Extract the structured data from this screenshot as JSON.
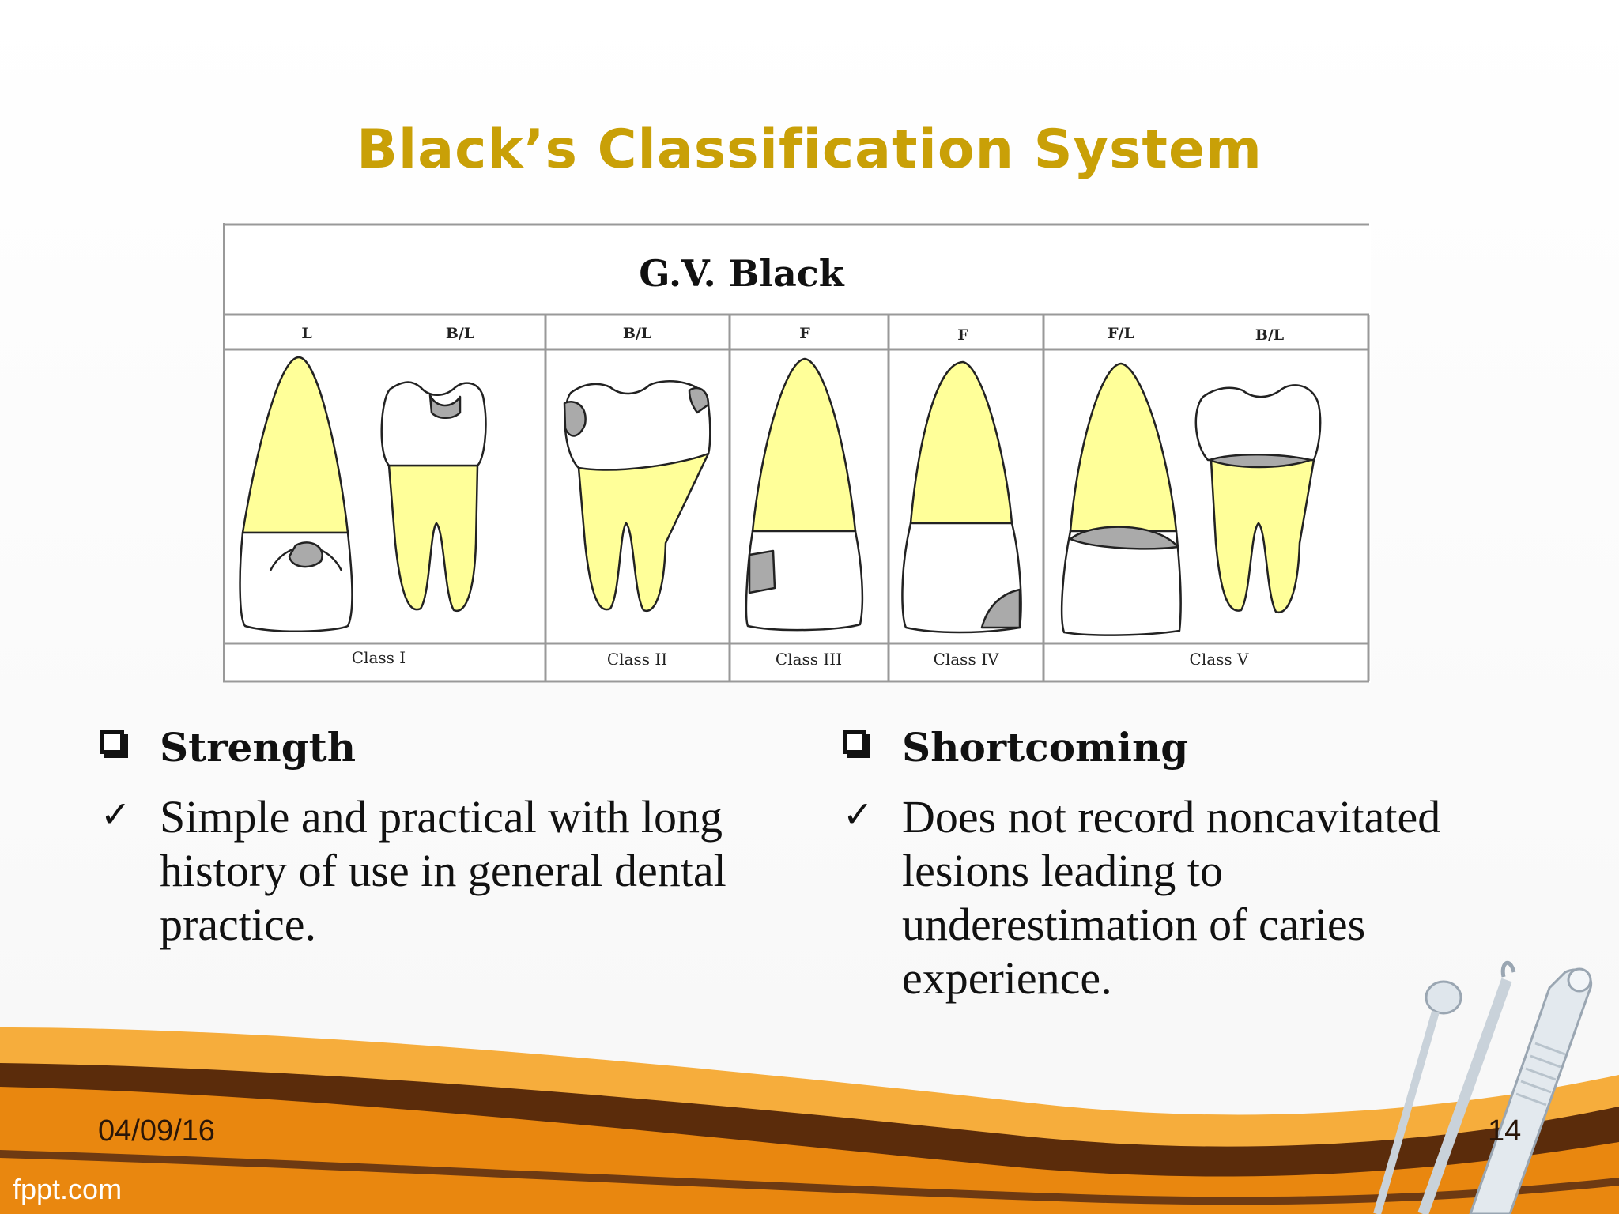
{
  "slide": {
    "title": "Black’s Classification System",
    "title_color": "#c9a007",
    "accent_orange": "#f49a1c",
    "accent_brown": "#5b2c0b"
  },
  "figure": {
    "header": "G.V. Black",
    "surface_labels": [
      "L",
      "B/L",
      "B/L",
      "F",
      "F",
      "F/L",
      "B/L"
    ],
    "class_labels": [
      "Class I",
      "Class II",
      "Class III",
      "Class IV",
      "Class V"
    ],
    "colors": {
      "tooth_root": "#ffff99",
      "lesion": "#aaaaaa",
      "outline": "#222222"
    }
  },
  "strength": {
    "heading": "Strength",
    "text": "Simple and practical with long history of use in general dental practice."
  },
  "shortcoming": {
    "heading": "Shortcoming",
    "text": "Does not record noncavitated lesions leading  to underestimation of caries experience."
  },
  "footer": {
    "date": "04/09/16",
    "page": "14",
    "logo": "fppt.com"
  },
  "icons": [
    "checkbox-icon",
    "checkmark-icon",
    "dental-tools-icon"
  ]
}
